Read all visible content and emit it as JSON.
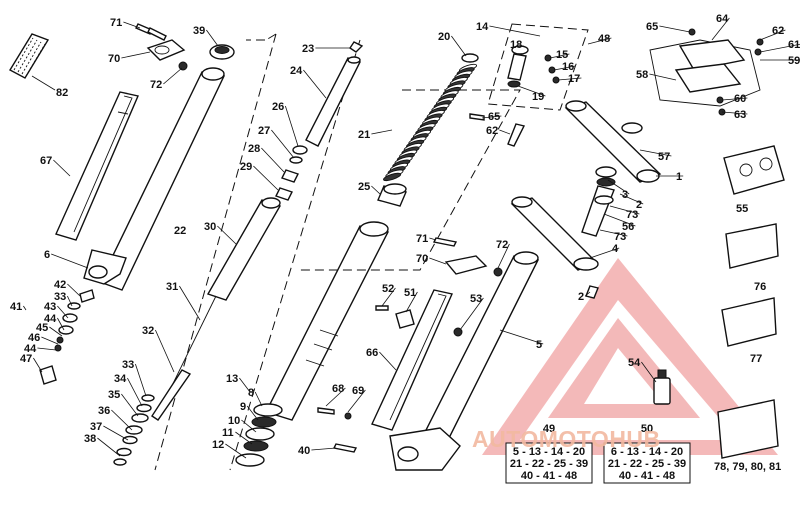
{
  "diagram": {
    "callouts": [
      {
        "id": "c71a",
        "text": "71"
      },
      {
        "id": "c39",
        "text": "39"
      },
      {
        "id": "c70a",
        "text": "70"
      },
      {
        "id": "c72a",
        "text": "72"
      },
      {
        "id": "c82",
        "text": "82"
      },
      {
        "id": "c67",
        "text": "67"
      },
      {
        "id": "c6",
        "text": "6"
      },
      {
        "id": "c42",
        "text": "42"
      },
      {
        "id": "c33a",
        "text": "33"
      },
      {
        "id": "c43",
        "text": "43"
      },
      {
        "id": "c41",
        "text": "41"
      },
      {
        "id": "c44a",
        "text": "44"
      },
      {
        "id": "c45",
        "text": "45"
      },
      {
        "id": "c46",
        "text": "46"
      },
      {
        "id": "c44b",
        "text": "44"
      },
      {
        "id": "c47",
        "text": "47"
      },
      {
        "id": "c23",
        "text": "23"
      },
      {
        "id": "c24",
        "text": "24"
      },
      {
        "id": "c26",
        "text": "26"
      },
      {
        "id": "c27",
        "text": "27"
      },
      {
        "id": "c28",
        "text": "28"
      },
      {
        "id": "c29",
        "text": "29"
      },
      {
        "id": "c30",
        "text": "30"
      },
      {
        "id": "c22",
        "text": "22"
      },
      {
        "id": "c31",
        "text": "31"
      },
      {
        "id": "c32",
        "text": "32"
      },
      {
        "id": "c33b",
        "text": "33"
      },
      {
        "id": "c34",
        "text": "34"
      },
      {
        "id": "c35",
        "text": "35"
      },
      {
        "id": "c36",
        "text": "36"
      },
      {
        "id": "c37",
        "text": "37"
      },
      {
        "id": "c38",
        "text": "38"
      },
      {
        "id": "c13",
        "text": "13"
      },
      {
        "id": "c8",
        "text": "8"
      },
      {
        "id": "c9",
        "text": "9"
      },
      {
        "id": "c10",
        "text": "10"
      },
      {
        "id": "c11",
        "text": "11"
      },
      {
        "id": "c12",
        "text": "12"
      },
      {
        "id": "c20",
        "text": "20"
      },
      {
        "id": "c21",
        "text": "21"
      },
      {
        "id": "c25",
        "text": "25"
      },
      {
        "id": "c14",
        "text": "14"
      },
      {
        "id": "c18",
        "text": "18"
      },
      {
        "id": "c48",
        "text": "48"
      },
      {
        "id": "c15",
        "text": "15"
      },
      {
        "id": "c16",
        "text": "16"
      },
      {
        "id": "c17",
        "text": "17"
      },
      {
        "id": "c19",
        "text": "19"
      },
      {
        "id": "c65a",
        "text": "65"
      },
      {
        "id": "c62a",
        "text": "62"
      },
      {
        "id": "c57",
        "text": "57"
      },
      {
        "id": "c1",
        "text": "1"
      },
      {
        "id": "c3",
        "text": "3"
      },
      {
        "id": "c2a",
        "text": "2"
      },
      {
        "id": "c73a",
        "text": "73"
      },
      {
        "id": "c56",
        "text": "56"
      },
      {
        "id": "c73b",
        "text": "73"
      },
      {
        "id": "c4",
        "text": "4"
      },
      {
        "id": "c2b",
        "text": "2"
      },
      {
        "id": "c71b",
        "text": "71"
      },
      {
        "id": "c72b",
        "text": "72"
      },
      {
        "id": "c70b",
        "text": "70"
      },
      {
        "id": "c52",
        "text": "52"
      },
      {
        "id": "c51",
        "text": "51"
      },
      {
        "id": "c53",
        "text": "53"
      },
      {
        "id": "c66",
        "text": "66"
      },
      {
        "id": "c5",
        "text": "5"
      },
      {
        "id": "c68",
        "text": "68"
      },
      {
        "id": "c69",
        "text": "69"
      },
      {
        "id": "c40",
        "text": "40"
      },
      {
        "id": "c54",
        "text": "54"
      },
      {
        "id": "c65b",
        "text": "65"
      },
      {
        "id": "c64",
        "text": "64"
      },
      {
        "id": "c62b",
        "text": "62"
      },
      {
        "id": "c61",
        "text": "61"
      },
      {
        "id": "c59",
        "text": "59"
      },
      {
        "id": "c58",
        "text": "58"
      },
      {
        "id": "c60",
        "text": "60"
      },
      {
        "id": "c63",
        "text": "63"
      },
      {
        "id": "c55",
        "text": "55"
      },
      {
        "id": "c76",
        "text": "76"
      },
      {
        "id": "c77",
        "text": "77"
      },
      {
        "id": "c78",
        "text": "78, 79, 80, 81"
      }
    ],
    "kits": [
      {
        "number": "49",
        "lines": [
          "5 - 13 - 14 - 20",
          "21 - 22 - 25 - 39",
          "40 - 41 - 48"
        ]
      },
      {
        "number": "50",
        "lines": [
          "6 - 13 - 14 - 20",
          "21 - 22 - 25 - 39",
          "40 - 41 - 48"
        ]
      }
    ],
    "watermark": {
      "text": "AUTOMOTOHUB",
      "accent": "#e23b3b"
    }
  }
}
